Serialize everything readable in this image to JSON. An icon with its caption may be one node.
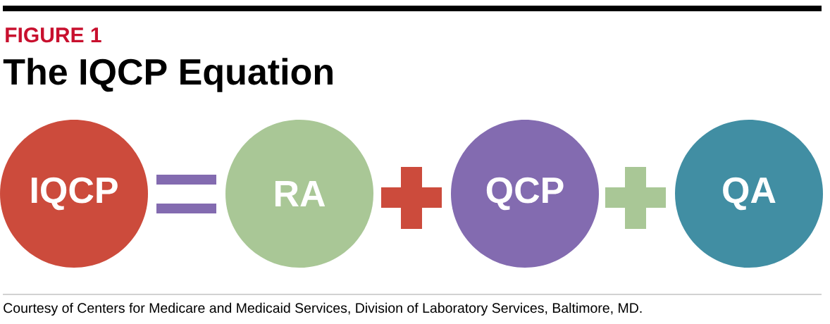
{
  "diagram": {
    "title": "The IQCP Equation",
    "labels": [
      "FIGURE 1"
    ],
    "nodes": [
      {
        "text": [
          "IQCP"
        ]
      },
      {
        "text": [
          "RA"
        ]
      },
      {
        "text": [
          "QCP"
        ]
      },
      {
        "text": [
          "QA"
        ]
      }
    ],
    "caption": "Courtesy of Centers for Medicare and Medicaid Services, Division of Laboratory Services, Baltimore, MD."
  }
}
